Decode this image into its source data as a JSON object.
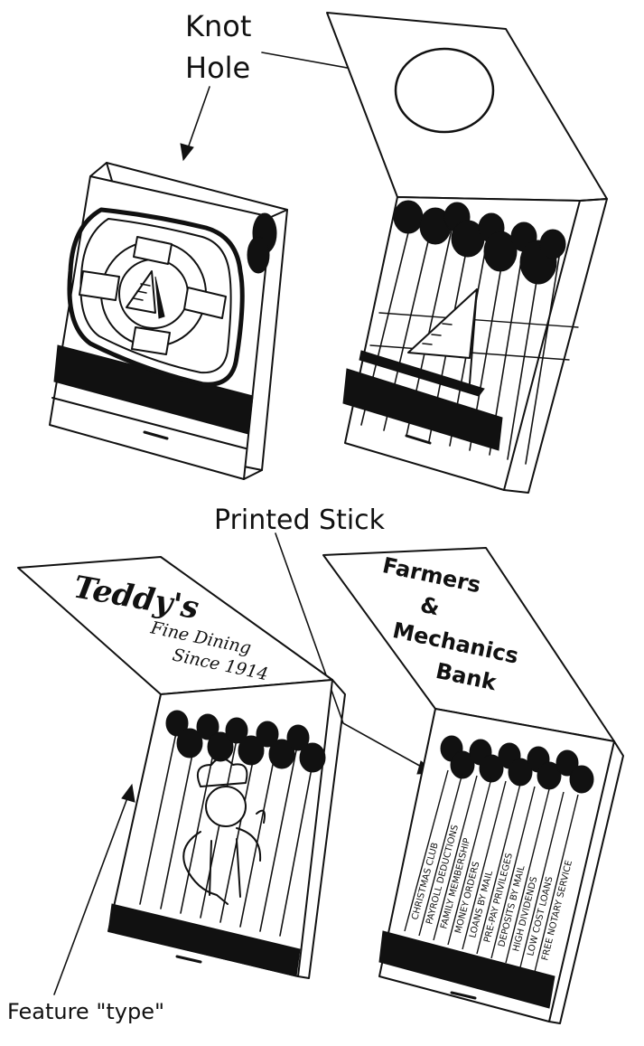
{
  "callouts": {
    "knot_hole_line1": "Knot",
    "knot_hole_line2": "Hole",
    "printed_stick": "Printed Stick",
    "feature_type": "Feature \"type\""
  },
  "matchbooks": {
    "teddys": {
      "name": "Teddy's",
      "tagline_line1": "Fine Dining",
      "tagline_line2": "Since 1914"
    },
    "bank": {
      "name_line1": "Farmers",
      "name_line2": "&",
      "name_line3": "Mechanics",
      "name_line4": "Bank",
      "stick_labels": [
        "CHRISTMAS CLUB",
        "PAYROLL DEDUCTIONS",
        "FAMILY MEMBERSHIP",
        "MONEY ORDERS",
        "LOANS BY MAIL",
        "PRE-PAY PRIVILEGES",
        "DEPOSITS BY MAIL",
        "HIGH DIVIDENDS",
        "LOW COST LOANS",
        "FREE NOTARY SERVICE"
      ]
    }
  },
  "colors": {
    "ink": "#111111",
    "paper": "#ffffff"
  }
}
